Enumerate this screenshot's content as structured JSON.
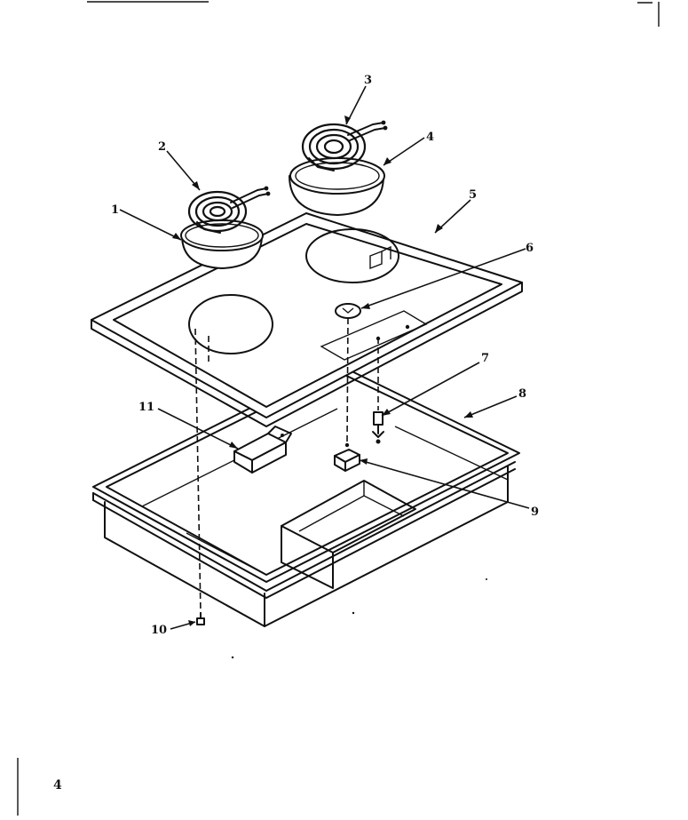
{
  "callouts": [
    {
      "id": "1",
      "label": "1"
    },
    {
      "id": "2",
      "label": "2"
    },
    {
      "id": "3",
      "label": "3"
    },
    {
      "id": "4",
      "label": "4"
    },
    {
      "id": "5",
      "label": "5"
    },
    {
      "id": "6",
      "label": "6"
    },
    {
      "id": "7",
      "label": "7"
    },
    {
      "id": "8",
      "label": "8"
    },
    {
      "id": "9",
      "label": "9"
    },
    {
      "id": "10",
      "label": "10"
    },
    {
      "id": "11",
      "label": "11"
    }
  ],
  "page_number": "4",
  "colors": {
    "ink": "#111111",
    "paper": "#ffffff"
  }
}
